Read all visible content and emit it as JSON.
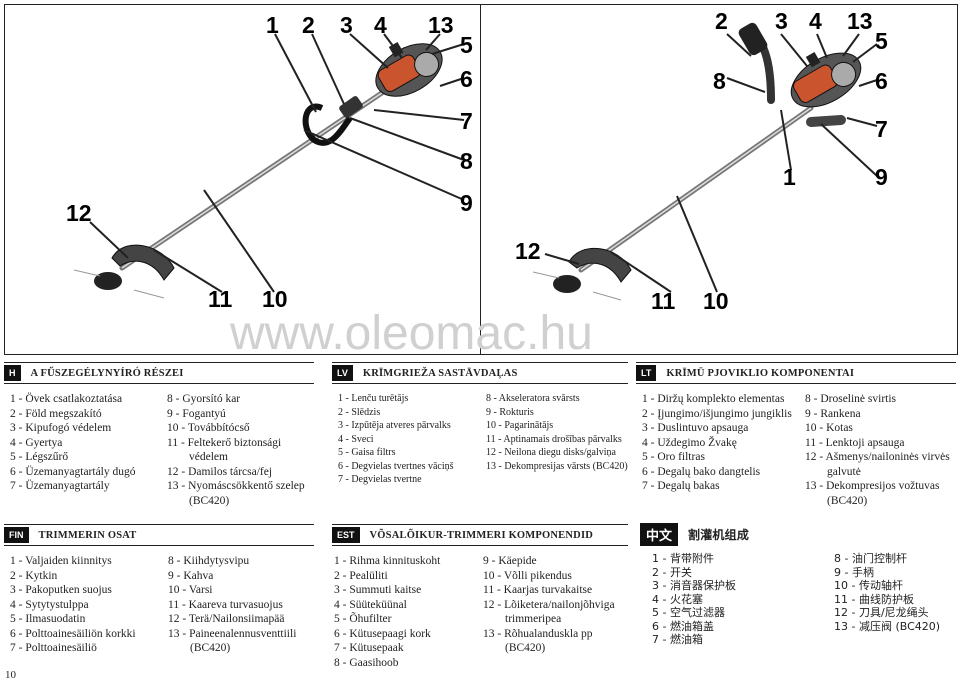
{
  "watermark": "www.oleomac.hu",
  "figures": {
    "left": {
      "callouts": [
        "1",
        "2",
        "3",
        "4",
        "13",
        "5",
        "6",
        "7",
        "8",
        "9",
        "12",
        "11",
        "10"
      ]
    },
    "right": {
      "callouts": [
        "2",
        "3",
        "4",
        "13",
        "5",
        "8",
        "6",
        "7",
        "1",
        "9",
        "12",
        "11",
        "10"
      ]
    }
  },
  "sections": {
    "h": {
      "badge": "H",
      "title": "A FŰSZEGÉLYNYÍRÓ RÉSZEI",
      "col1": [
        "1 - Övek csatlakoztatása",
        "2 - Föld megszakító",
        "3 - Kipufogó védelem",
        "4 - Gyertya",
        "5 - Légszűrő",
        "6 - Üzemanyagtartály dugó",
        "7 - Üzemanyagtartály"
      ],
      "col2": [
        "8 - Gyorsító kar",
        "9 - Fogantyú",
        "10 - Továbbítócső",
        "11 - Feltekerő biztonsági",
        "védelem",
        "12 - Damilos tárcsa/fej",
        "13 - Nyomáscsökkentő szelep",
        "(BC420)"
      ]
    },
    "lv": {
      "badge": "LV",
      "title": "KRĪMGRIEŽA SASTĀVDAĻAS",
      "col1": [
        "1 - Lenču turētājs",
        "2 - Slēdzis",
        "3 - Izpūtēja atveres pārvalks",
        "4 - Sveci",
        "5 - Gaisa filtrs",
        "6 - Degvielas tvertnes vāciņš",
        "7 - Degvielas tvertne"
      ],
      "col2": [
        "8 - Akseleratora svārsts",
        "9 - Rokturis",
        "10 - Pagarinātājs",
        "11 - Aptinamais drošības pārvalks",
        "12 - Neilona diegu disks/galviņa",
        "13 - Dekompresijas vārsts (BC420)"
      ]
    },
    "lt": {
      "badge": "LT",
      "title": "KRĪMŪ PJOVIKLIO KOMPONENTAI",
      "col1": [
        "1 - Diržų komplekto elementas",
        "2 - Įjungimo/išjungimo jungiklis",
        "3 - Duslintuvo apsauga",
        "4 - Uždegimo Žvakę",
        "5 - Oro filtras",
        "6 - Degalų bako dangtelis",
        "7 - Degalų bakas"
      ],
      "col2": [
        "8 - Droselinė svirtis",
        "9 - Rankena",
        "10 - Kotas",
        "11 - Lenktoji apsauga",
        "12 - Ašmenys/nailoninės virvės",
        "galvutė",
        "13 - Dekompresijos vožtuvas",
        "(BC420)"
      ]
    },
    "fin": {
      "badge": "FIN",
      "title": "TRIMMERIN OSAT",
      "col1": [
        "1 - Valjaiden kiinnitys",
        "2 - Kytkin",
        "3 - Pakoputken suojus",
        "4 - Sytytystulppa",
        "5 - Ilmasuodatin",
        "6 - Polttoainesäiliön korkki",
        "7 - Polttoainesäiliö"
      ],
      "col2": [
        "8 - Kiihdytysvipu",
        "9 - Kahva",
        "10 - Varsi",
        "11 - Kaareva turvasuojus",
        "12 - Terä/Nailonsiimapää",
        "13 - Paineenalennusventtiili",
        "(BC420)"
      ]
    },
    "est": {
      "badge": "EST",
      "title": "VÕSALÕIKUR-TRIMMERI KOMPONENDID",
      "col1": [
        "1 - Rihma kinnituskoht",
        "2 - Pealüliti",
        "3 - Summuti kaitse",
        "4 - Süüteküünal",
        "5 - Õhufilter",
        "6 - Kütusepaagi kork",
        "7 - Kütusepaak",
        "8 - Gaasihoob"
      ],
      "col2": [
        "9 - Käepide",
        "10 - Võlli pikendus",
        "11 - Kaarjas turvakaitse",
        "12 - Lõiketera/nailonjõhviga",
        "trimmeripea",
        "13 - Rõhualanduskla pp",
        "(BC420)"
      ]
    },
    "zh": {
      "badge": "中文",
      "title": "割灌机组成",
      "col1": [
        "1 - 背带附件",
        "2 - 开关",
        "3 - 消音器保护板",
        "4 - 火花塞",
        "5 - 空气过滤器",
        "6 - 燃油箱盖",
        "7 - 燃油箱"
      ],
      "col2": [
        "8 - 油门控制杆",
        "9 - 手柄",
        "10 - 传动轴杆",
        "11 - 曲线防护板",
        "12 - 刀具/尼龙绳头",
        "13 - 减压阀 (BC420)"
      ]
    }
  },
  "page_number": "10"
}
